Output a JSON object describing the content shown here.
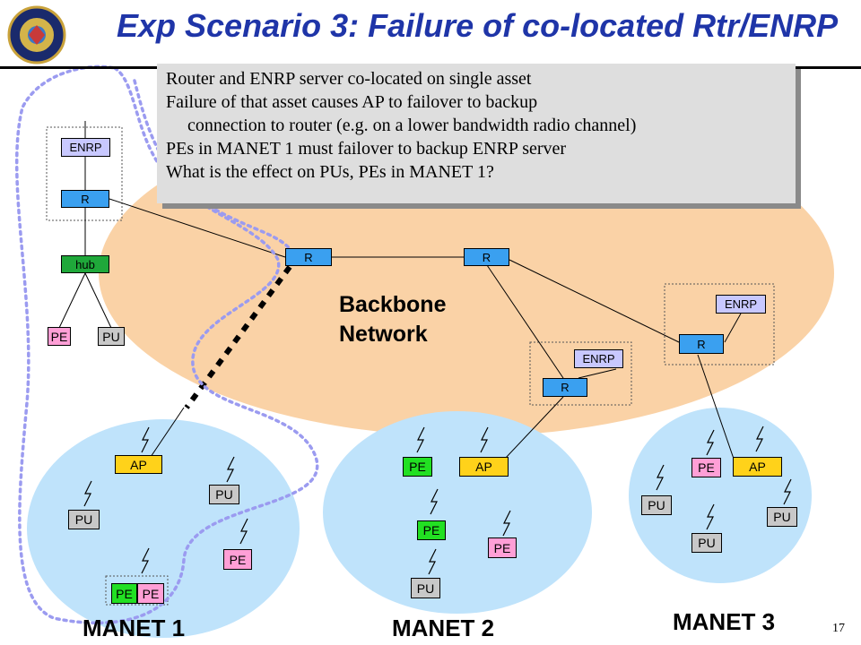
{
  "slide": {
    "title": "Exp Scenario 3: Failure of co-located Rtr/ENRP",
    "page_number": "17"
  },
  "callout": {
    "lines": [
      "Router and ENRP server co-located on single asset",
      "Failure of that asset causes AP to failover to backup",
      "connection to router (e.g. on a lower bandwidth radio channel)",
      "PEs in MANET 1 must failover to backup ENRP server",
      "What is the effect on PUs, PEs in MANET 1?"
    ]
  },
  "labels": {
    "backbone_line1": "Backbone",
    "backbone_line2": "Network",
    "manet1": "MANET 1",
    "manet2": "MANET 2",
    "manet3": "MANET 3"
  },
  "nodes": {
    "enrp": "ENRP",
    "router": "R",
    "hub": "hub",
    "pe": "PE",
    "pu": "PU",
    "ap": "AP"
  },
  "colors": {
    "title": "#1f35a8",
    "backbone_fill": "#fad2a6",
    "manet_fill": "#bfe3fb",
    "highlight_dots": "#9b9bf0",
    "enrp": "#c8c8ff",
    "router": "#3aa0f0",
    "hub": "#1fa83a",
    "pe_pink": "#ff9fd6",
    "pe_green": "#22e022",
    "pu": "#c8c8c8",
    "ap": "#ffd21a"
  }
}
